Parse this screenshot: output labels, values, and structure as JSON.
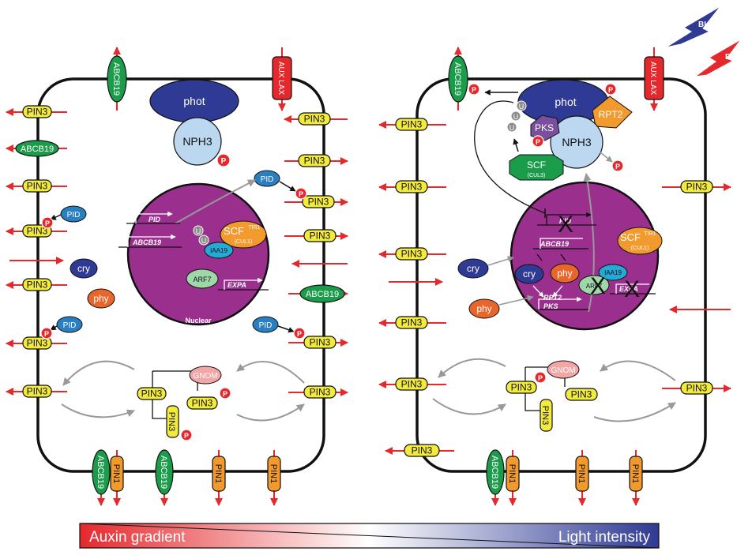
{
  "labels": {
    "pin3": "PIN3",
    "pin1": "PIN1",
    "abcb19": "ABCB19",
    "aux_lax": "AUX LAX",
    "pid": "PID",
    "p": "P",
    "u": "U",
    "cry": "cry",
    "phy": "phy",
    "phot": "phot",
    "nph3": "NPH3",
    "pks": "PKS",
    "rpt2": "RPT2",
    "scf": "SCF",
    "cul3": "(CUL3)",
    "scf_tir1": "SCF",
    "tir1_sup": "TIR1",
    "cul1": "(CUL1)",
    "iaa19": "IAA19",
    "arf7": "ARF7",
    "gnom": "GNOM",
    "nuclear": "Nuclear",
    "bl": "BL",
    "rl": "RL",
    "x": "X"
  },
  "genes": {
    "pid": "PID",
    "abcb19": "ABCB19",
    "expa": "EXPA",
    "rpt2": "RPT2",
    "pks": "PKS"
  },
  "gradient_bar": {
    "left_label": "Auxin gradient",
    "right_label": "Light intensity"
  },
  "colors": {
    "pin3": "#f2ea3c",
    "pin1": "#f29a2e",
    "abcb19": "#1a9c4a",
    "aux_lax": "#e5282c",
    "phot": "#2f3a94",
    "nph3": "#bcd8f0",
    "nucleus": "#9b2f8e",
    "arrow": "#e5282c",
    "cry": "#2f3a94",
    "phy": "#e8662b",
    "pid": "#2a7fc1",
    "scf_tir1": "#f29a2e",
    "iaa19": "#25a9d6",
    "arf7": "#9fd8a8",
    "gnom": "#f2a6a6",
    "pks": "#7a4f9e",
    "rpt2": "#f29a2e",
    "scf": "#1a9c4a",
    "ubiquitin": "#8c8c8c",
    "grey_arrow": "#999999"
  }
}
